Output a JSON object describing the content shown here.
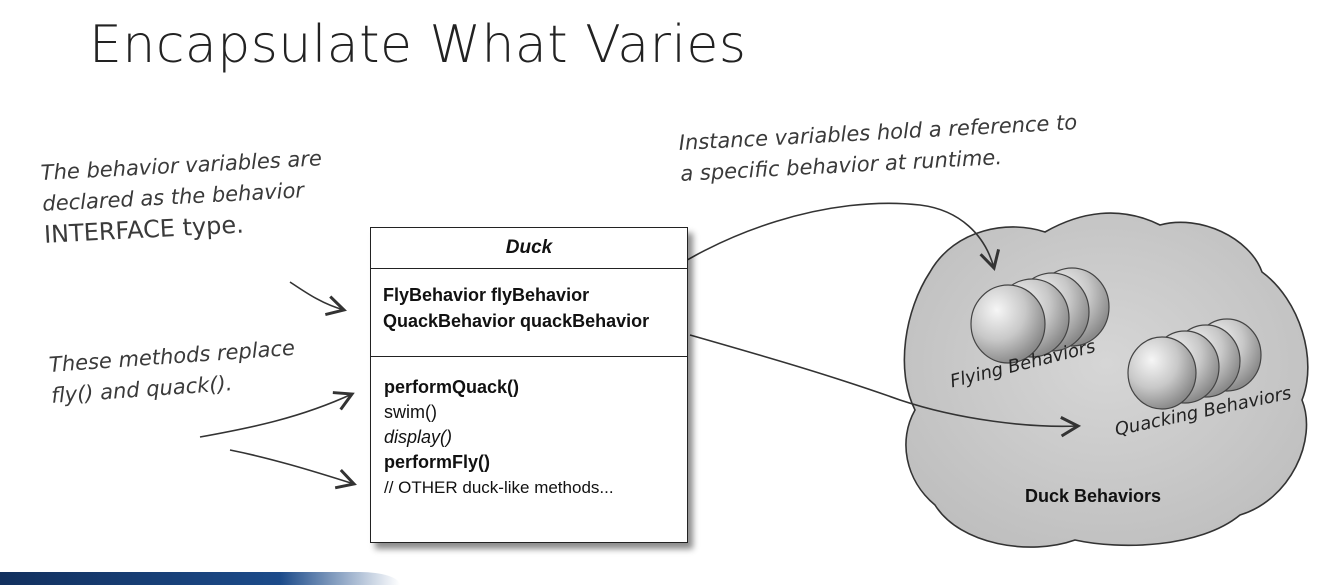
{
  "title": "Encapsulate What Varies",
  "notes": {
    "interface": [
      "The behavior variables are",
      "declared as the behavior",
      "INTERFACE type."
    ],
    "methods": [
      "These methods replace",
      "fly() and quack()."
    ],
    "instance": [
      "Instance variables hold a reference to",
      "a specific behavior at runtime."
    ]
  },
  "uml": {
    "class_name": "Duck",
    "fields": [
      "FlyBehavior flyBehavior",
      "QuackBehavior quackBehavior"
    ],
    "methods": [
      "performQuack()",
      "swim()",
      "display()",
      "performFly()",
      "// OTHER duck-like methods..."
    ]
  },
  "behaviors": {
    "flying": "Flying Behaviors",
    "quacking": "Quacking Behaviors",
    "group": "Duck Behaviors"
  },
  "colors": {
    "blob_fill": "#cfcfcf",
    "blob_stroke": "#333333",
    "sphere_light": "#f2f2f2",
    "sphere_dark": "#8c8c8c",
    "bottom_bar": "#1c4b8a"
  }
}
